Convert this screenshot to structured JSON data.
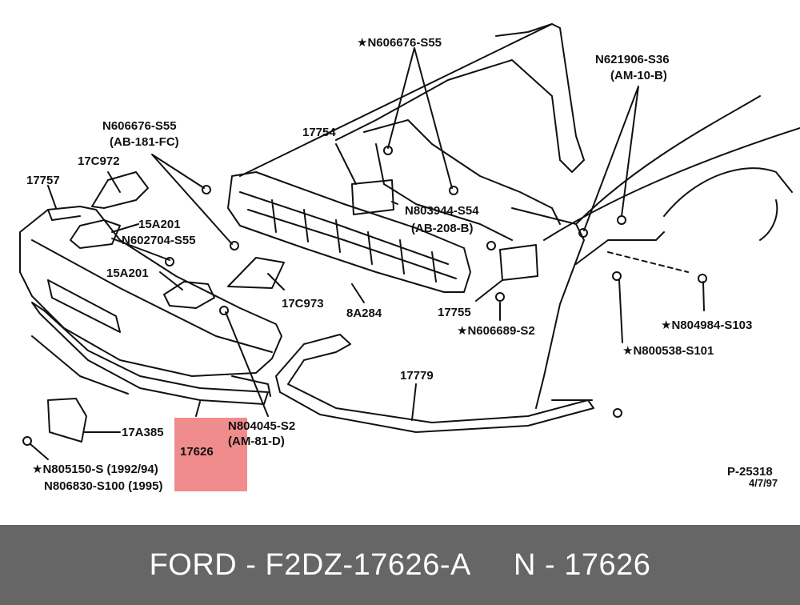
{
  "diagram": {
    "labels": {
      "n606676_top": "★N606676-S55",
      "n621906": "N621906-S36",
      "am10b": "(AM-10-B)",
      "n606676_left": "N606676-S55",
      "ab181": "(AB-181-FC)",
      "p17754": "17754",
      "p17c972": "17C972",
      "p17757": "17757",
      "p15a201_a": "15A201",
      "n602704": "N602704-S55",
      "p15a201_b": "15A201",
      "n803944": "N803944-S54",
      "ab208": "(AB-208-B)",
      "p17c973": "17C973",
      "p8a284": "8A284",
      "p17755": "17755",
      "n606689": "★N606689-S2",
      "n804984": "★N804984-S103",
      "n800538": "★N800538-S101",
      "p17779": "17779",
      "n804045": "N804045-S2",
      "am81": "(AM-81-D)",
      "p17a385": "17A385",
      "p17626": "17626",
      "n805150": "★N805150-S (1992/94)",
      "n806830": "N806830-S100 (1995)",
      "ref": "P-25318",
      "date": "4/7/97"
    },
    "highlight_color": "#f08080"
  },
  "footer": {
    "text": "FORD - F2DZ-17626-A     N - 17626"
  }
}
